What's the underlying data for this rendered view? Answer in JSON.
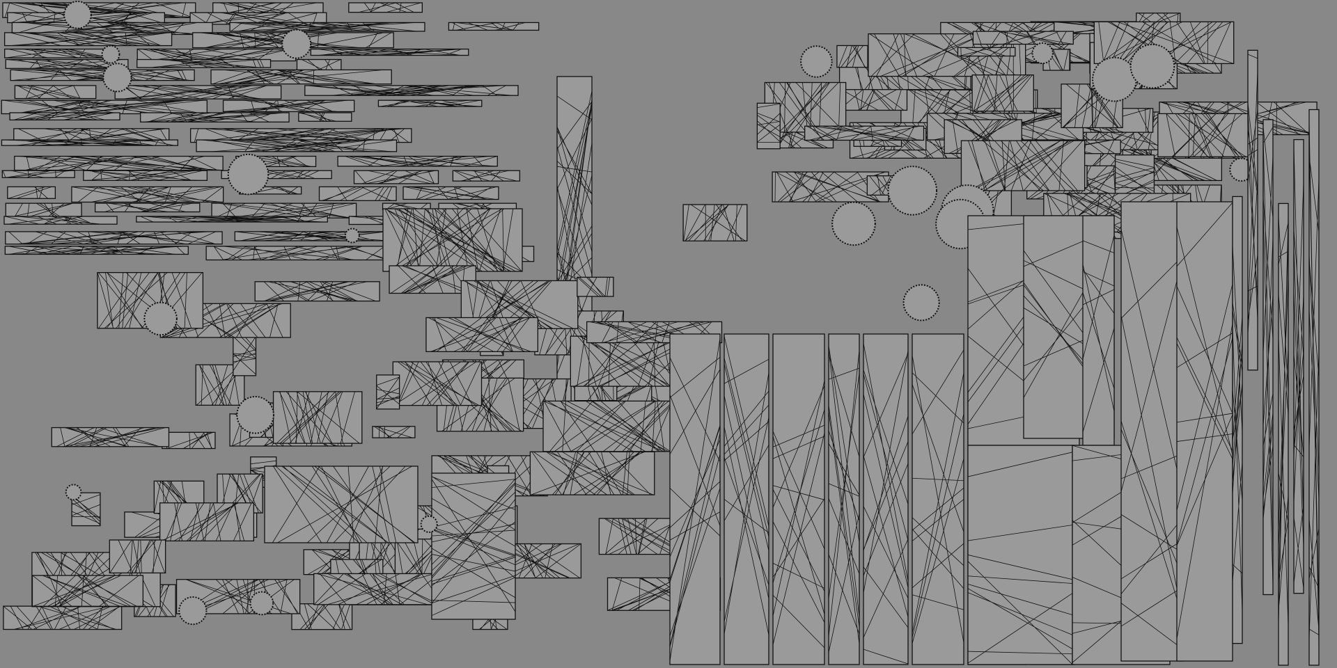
{
  "colors": {
    "background": "#888888",
    "island_fill": "#9a9a9a",
    "wire": "#111111"
  },
  "panels": [
    {
      "name": "uv-layout-left",
      "style": "dense-mixed"
    },
    {
      "name": "uv-layout-right",
      "style": "tall-strips"
    }
  ]
}
